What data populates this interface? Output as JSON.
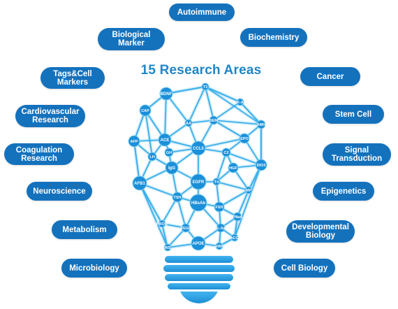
{
  "title": "15 Research Areas",
  "colors": {
    "pill": "#1472bd",
    "title": "#1f86c8",
    "bulb": "#2aa3e6",
    "node": "#1b8fd8",
    "base": "#2a9ddd"
  },
  "areas": [
    {
      "id": "autoimmune",
      "label": "Autoimmune"
    },
    {
      "id": "biological-marker",
      "label": "Biological\nMarker"
    },
    {
      "id": "biochemistry",
      "label": "Biochemistry"
    },
    {
      "id": "tags-cell-markers",
      "label": "Tags&Cell\nMarkers"
    },
    {
      "id": "cancer",
      "label": "Cancer"
    },
    {
      "id": "cardiovascular-research",
      "label": "Cardiovascular\nResearch"
    },
    {
      "id": "stem-cell",
      "label": "Stem Cell"
    },
    {
      "id": "coagulation-research",
      "label": "Coagulation\nResearch"
    },
    {
      "id": "signal-transduction",
      "label": "Signal\nTransduction"
    },
    {
      "id": "neuroscience",
      "label": "Neuroscience"
    },
    {
      "id": "epigenetics",
      "label": "Epigenetics"
    },
    {
      "id": "metabolism",
      "label": "Metabolism"
    },
    {
      "id": "developmental-biology",
      "label": "Developmental\nBiology"
    },
    {
      "id": "microbiology",
      "label": "Microbiology"
    },
    {
      "id": "cell-biology",
      "label": "Cell Biology"
    }
  ],
  "nodes": [
    {
      "id": "bdnf",
      "label": "BDNF"
    },
    {
      "id": "t3",
      "label": "T3"
    },
    {
      "id": "cap",
      "label": "CAP"
    },
    {
      "id": "aa",
      "label": "AA"
    },
    {
      "id": "sem",
      "label": "SEM"
    },
    {
      "id": "ka",
      "label": "K-A"
    },
    {
      "id": "amh",
      "label": "AMH"
    },
    {
      "id": "afp",
      "label": "AFP"
    },
    {
      "id": "ace",
      "label": "ACE"
    },
    {
      "id": "ccl5",
      "label": "CCL5"
    },
    {
      "id": "epo",
      "label": "EPO"
    },
    {
      "id": "gh",
      "label": "GH"
    },
    {
      "id": "c2",
      "label": "C2"
    },
    {
      "id": "lh",
      "label": "LH"
    },
    {
      "id": "dio3",
      "label": "DIO3"
    },
    {
      "id": "igg",
      "label": "IgG"
    },
    {
      "id": "hgf",
      "label": "HGF"
    },
    {
      "id": "egfr",
      "label": "EGFR"
    },
    {
      "id": "afb1",
      "label": "AFB1"
    },
    {
      "id": "t4",
      "label": "T4"
    },
    {
      "id": "mp",
      "label": "MP"
    },
    {
      "id": "tsh",
      "label": "TSH"
    },
    {
      "id": "hbsab",
      "label": "HBsAb"
    },
    {
      "id": "fsh",
      "label": "FSH"
    },
    {
      "id": "pnaa",
      "label": "PNaA"
    },
    {
      "id": "fbc",
      "label": "PROG"
    },
    {
      "id": "vegf",
      "label": "VEGF"
    },
    {
      "id": "il5",
      "label": "IL-5a"
    },
    {
      "id": "ins",
      "label": "INS"
    },
    {
      "id": "apoe",
      "label": "APOE"
    },
    {
      "id": "vwf",
      "label": "vWF"
    },
    {
      "id": "hcg",
      "label": "hCG"
    }
  ]
}
